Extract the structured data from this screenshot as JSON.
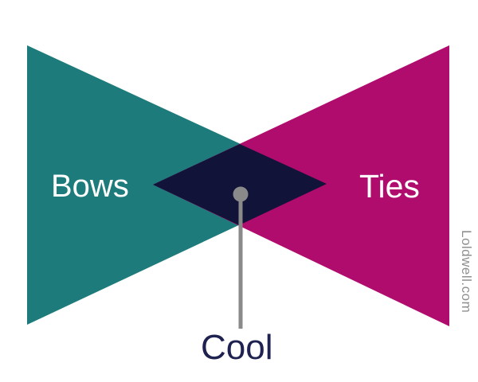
{
  "diagram": {
    "left_set_label": "Bows",
    "right_set_label": "Ties",
    "intersection_label": "Cool",
    "watermark": "Loldwell.com",
    "colors": {
      "background": "#ffffff",
      "bows_triangle": "#1d7b7b",
      "ties_triangle": "#b00c6e",
      "overlap_diamond": "#111338",
      "set_label_text": "#ffffff",
      "intersection_text": "#1f2150",
      "pointer_gray": "#8a8a8a",
      "watermark_gray": "#8f8f8f"
    }
  }
}
